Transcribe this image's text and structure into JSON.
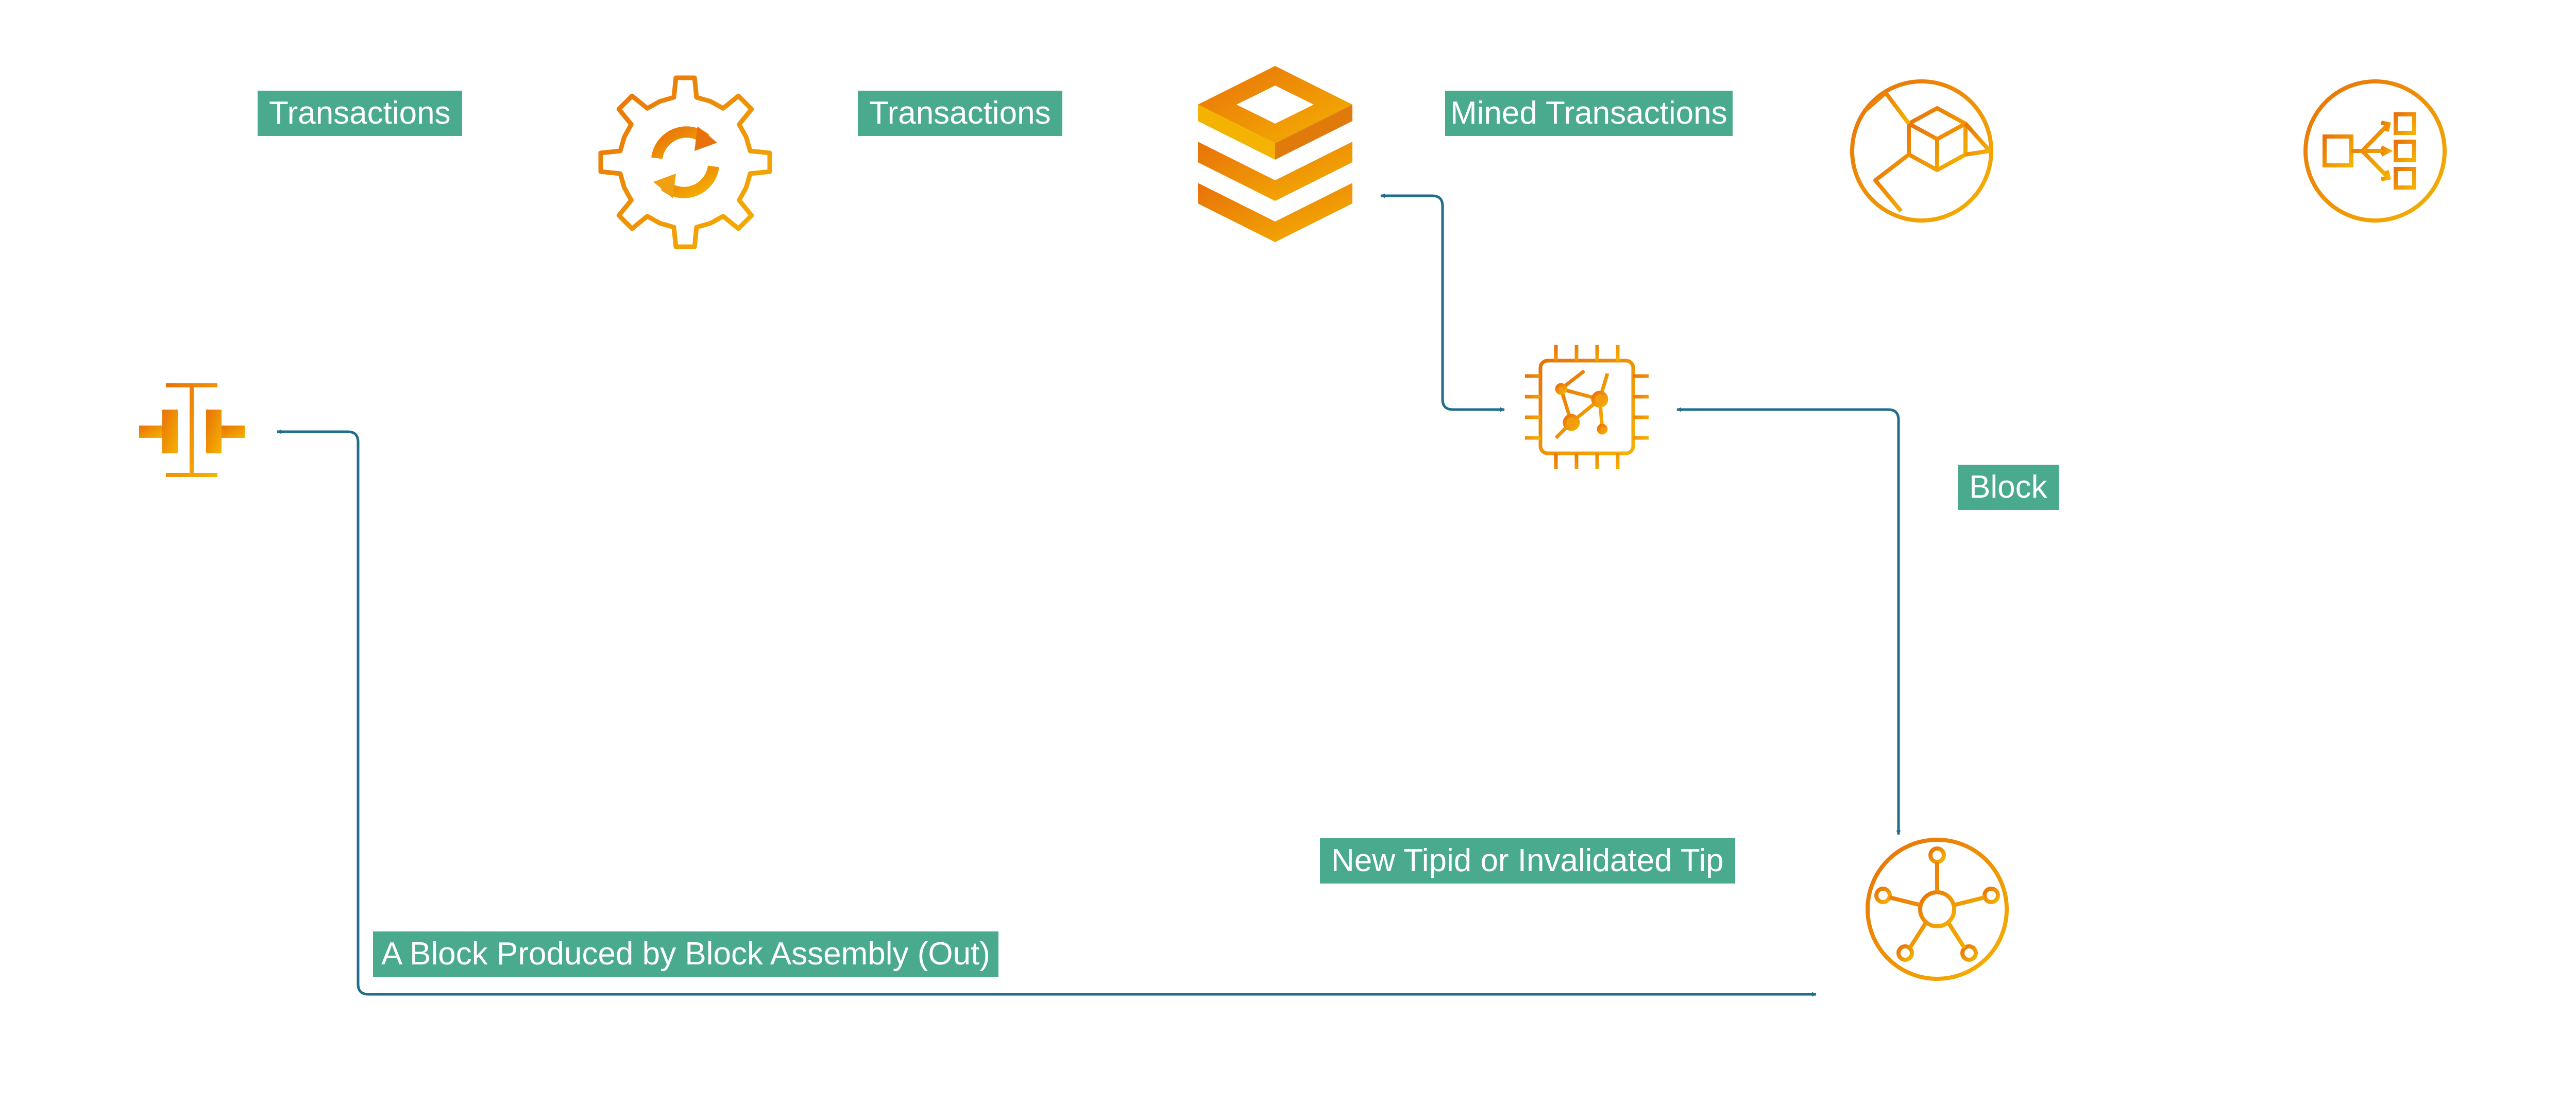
{
  "labels": {
    "transactions_in": "Transactions",
    "transactions_out": "Transactions",
    "mined_transactions": "Mined Transactions",
    "block": "Block",
    "new_tip": "New Tipid or Invalidated Tip",
    "block_produced": "A Block Produced by Block Assembly (Out)"
  },
  "icons": {
    "propagation": "gear-refresh-icon",
    "store": "stacked-layers-icon",
    "blockchain": "blockchain-cube-icon",
    "workflow": "workflow-icon",
    "assembly": "block-assembly-icon",
    "validator": "circuit-chip-icon",
    "hub": "network-hub-icon"
  },
  "colors": {
    "label_bg": "#4aaa8e",
    "label_text": "#ffffff",
    "icon": "#f39c12",
    "arrow": "#1f6e8c"
  }
}
